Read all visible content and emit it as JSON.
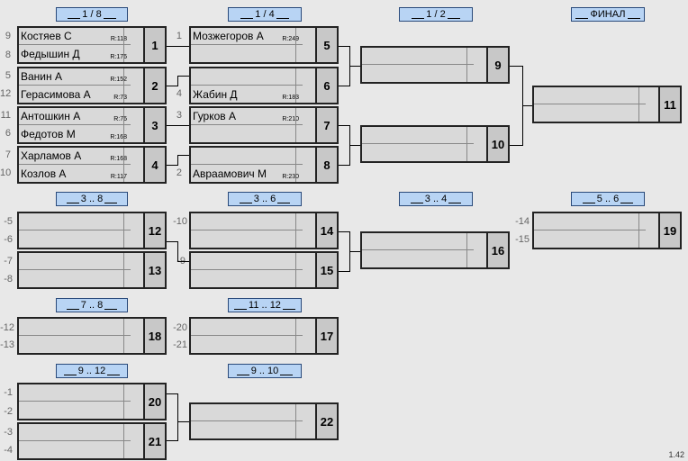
{
  "headers": {
    "r16": "1 / 8",
    "qf": "1 / 4",
    "sf": "1 / 2",
    "final": "ФИНАЛ",
    "p3_8": "3 .. 8",
    "p3_6": "3 .. 6",
    "p3_4": "3 .. 4",
    "p5_6": "5 .. 6",
    "p7_8": "7 .. 8",
    "p11_12": "11 .. 12",
    "p9_12": "9 .. 12",
    "p9_10": "9 .. 10"
  },
  "matches": {
    "m1": {
      "num": "1",
      "p1": {
        "seed": "9",
        "name": "Костяев С",
        "rating": "R:118"
      },
      "p2": {
        "seed": "8",
        "name": "Федышин Д",
        "rating": "R:176"
      }
    },
    "m2": {
      "num": "2",
      "p1": {
        "seed": "5",
        "name": "Ванин А",
        "rating": "R:152"
      },
      "p2": {
        "seed": "12",
        "name": "Герасимова А",
        "rating": "R:73"
      }
    },
    "m3": {
      "num": "3",
      "p1": {
        "seed": "11",
        "name": "Антошкин А",
        "rating": "R:76"
      },
      "p2": {
        "seed": "6",
        "name": "Федотов М",
        "rating": "R:168"
      }
    },
    "m4": {
      "num": "4",
      "p1": {
        "seed": "7",
        "name": "Харламов А",
        "rating": "R:168"
      },
      "p2": {
        "seed": "10",
        "name": "Козлов А",
        "rating": "R:117"
      }
    },
    "m5": {
      "num": "5",
      "p1": {
        "seed": "1",
        "name": "Мозжегоров А",
        "rating": "R:249"
      },
      "p2": {
        "seed": "",
        "name": "",
        "rating": ""
      }
    },
    "m6": {
      "num": "6",
      "p1": {
        "seed": "",
        "name": "",
        "rating": ""
      },
      "p2": {
        "seed": "4",
        "name": "Жабин Д",
        "rating": "R:183"
      }
    },
    "m7": {
      "num": "7",
      "p1": {
        "seed": "3",
        "name": "Гурков А",
        "rating": "R:210"
      },
      "p2": {
        "seed": "",
        "name": "",
        "rating": ""
      }
    },
    "m8": {
      "num": "8",
      "p1": {
        "seed": "",
        "name": "",
        "rating": ""
      },
      "p2": {
        "seed": "2",
        "name": "Авраамович М",
        "rating": "R:230"
      }
    },
    "m9": {
      "num": "9"
    },
    "m10": {
      "num": "10"
    },
    "m11": {
      "num": "11"
    },
    "m12": {
      "num": "12",
      "s1": "-5",
      "s2": "-6"
    },
    "m13": {
      "num": "13",
      "s1": "-7",
      "s2": "-8"
    },
    "m14": {
      "num": "14",
      "s1": "-10",
      "s2": ""
    },
    "m15": {
      "num": "15",
      "s1": "-9",
      "s2": ""
    },
    "m16": {
      "num": "16"
    },
    "m17": {
      "num": "17",
      "s1": "-20",
      "s2": "-21"
    },
    "m18": {
      "num": "18",
      "s1": "-12",
      "s2": "-13"
    },
    "m19": {
      "num": "19",
      "s1": "-14",
      "s2": "-15"
    },
    "m20": {
      "num": "20",
      "s1": "-1",
      "s2": "-2"
    },
    "m21": {
      "num": "21",
      "s1": "-3",
      "s2": "-4"
    },
    "m22": {
      "num": "22"
    }
  },
  "version": "1.42"
}
